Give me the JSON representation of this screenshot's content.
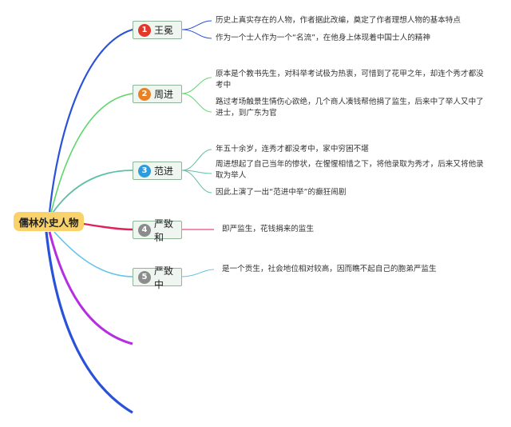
{
  "root": {
    "label": "儒林外史人物"
  },
  "colors": {
    "root_fill": "#f9d26b",
    "node_fill": "#eef6ef",
    "num1": "#e2382b",
    "num2": "#e98124",
    "num3": "#2d9bdc",
    "num4": "#8c8c8c",
    "num5": "#8c8c8c",
    "branch1": "#2a52d8",
    "branch2": "#5dd66a",
    "branch3": "#5fbfa8",
    "branch4": "#e31f5a",
    "branch5": "#62c4ea",
    "branch6": "#b52ee0",
    "branch7": "#2a52d8"
  },
  "nodes": [
    {
      "num": "1",
      "label": "王冕",
      "notes": [
        "历史上真实存在的人物，作者据此改编，奠定了作者理想人物的基本特点",
        "作为一个士人作为一个“名流”，在他身上体现着中国士人的精神"
      ]
    },
    {
      "num": "2",
      "label": "周进",
      "notes": [
        "原本是个教书先生，对科举考试极为热衷，可惜到了花甲之年，却连个秀才都没考中",
        "路过考场触景生情伤心欲绝，几个商人凑钱帮他捐了监生，后来中了举人又中了进士，到广东为官"
      ]
    },
    {
      "num": "3",
      "label": "范进",
      "notes": [
        "年五十余岁，连秀才都没考中，家中穷困不堪",
        "周进想起了自己当年的惨状，在惺惺相惜之下，将他录取为秀才，后来又将他录取为举人",
        "因此上演了一出“范进中举”的癫狂闹剧"
      ]
    },
    {
      "num": "4",
      "label": "严致和",
      "notes": [
        "即严监生，花钱捐来的监生"
      ]
    },
    {
      "num": "5",
      "label": "严致中",
      "notes": [
        "是一个贡生，社会地位相对较高，因而瞧不起自己的胞弟严监生"
      ]
    }
  ]
}
